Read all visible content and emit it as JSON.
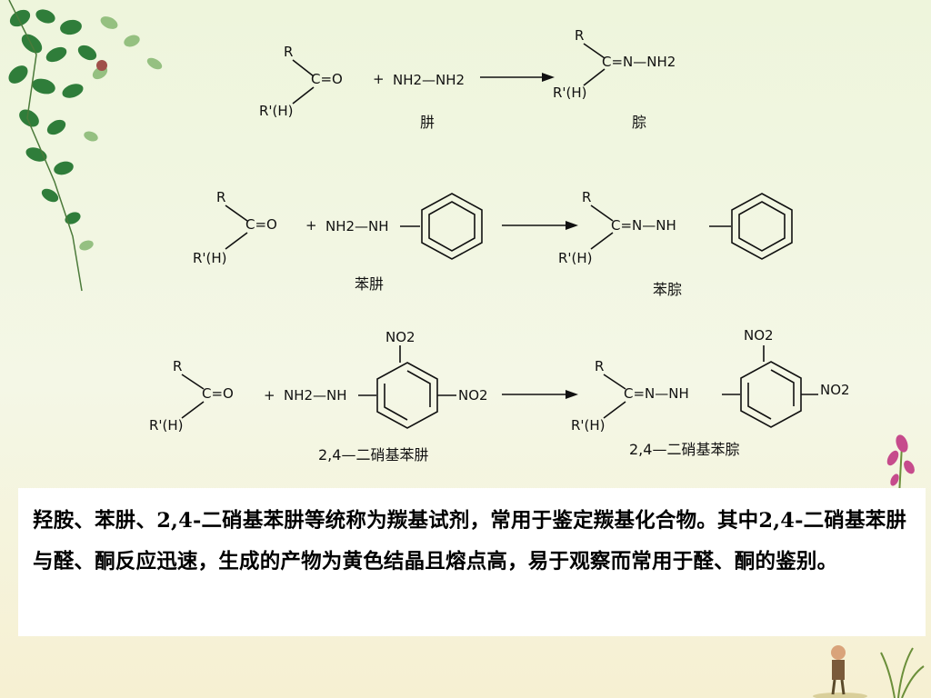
{
  "reactions": [
    {
      "reactant_r": "R",
      "reactant_rh": "R'(H)",
      "reactant_co": "C=O",
      "plus": "+",
      "reagent_formula": "NH2—NH2",
      "reagent_name": "肼",
      "product_name": "腙",
      "product_group": "C=N—NH2"
    },
    {
      "reactant_r": "R",
      "reactant_rh": "R'(H)",
      "reactant_co": "C=O",
      "plus": "+",
      "reagent_formula": "NH2—NH",
      "reagent_name": "苯肼",
      "product_name": "苯腙",
      "product_group": "C=N—NH"
    },
    {
      "reactant_r": "R",
      "reactant_rh": "R'(H)",
      "reactant_co": "C=O",
      "plus": "+",
      "reagent_formula": "NH2—NH",
      "reagent_name": "2,4—二硝基苯肼",
      "product_name": "2,4—二硝基苯腙",
      "product_group": "C=N—NH",
      "nitro": "NO2"
    }
  ],
  "description": "羟胺、苯肼、2,4-二硝基苯肼等统称为羰基试剂，常用于鉴定羰基化合物。其中2,4-二硝基苯肼与醛、酮反应迅速，生成的产物为黄色结晶且熔点高，易于观察而常用于醛、酮的鉴别。",
  "colors": {
    "leaf": "#2f7d3a",
    "leaf_light": "#7fb36a",
    "flower": "#c64b8c",
    "text_box": "#ffffff"
  }
}
